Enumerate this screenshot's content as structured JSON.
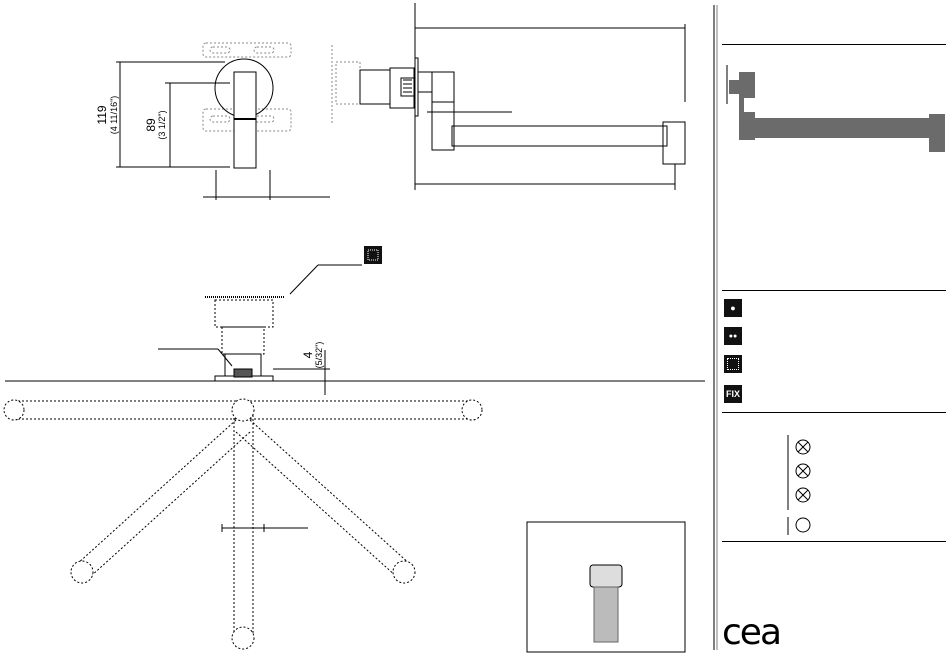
{
  "dimensions": {
    "height_total_mm": "119",
    "height_total_in": "(4 11/16\")",
    "height_inner_mm": "89",
    "height_inner_in": "(3 1/2\")",
    "offset_mm": "4",
    "offset_in": "(5/32\")"
  },
  "sidebar": {
    "symbols": [
      {
        "icon": "water-drop-icon"
      },
      {
        "icon": "double-drop-icon"
      },
      {
        "icon": "grid-icon"
      },
      {
        "icon": "fix-icon",
        "label": "FIX"
      }
    ],
    "circle_marks": [
      {
        "icon": "crossed-circle-icon",
        "crossed": true
      },
      {
        "icon": "crossed-circle-icon",
        "crossed": true
      },
      {
        "icon": "crossed-circle-icon",
        "crossed": true
      },
      {
        "icon": "circle-icon",
        "crossed": false
      }
    ]
  },
  "brand": {
    "logo": "cea"
  },
  "colors": {
    "line": "#000000",
    "profile_fill": "#6b6b6b",
    "dashed": "#555555"
  }
}
